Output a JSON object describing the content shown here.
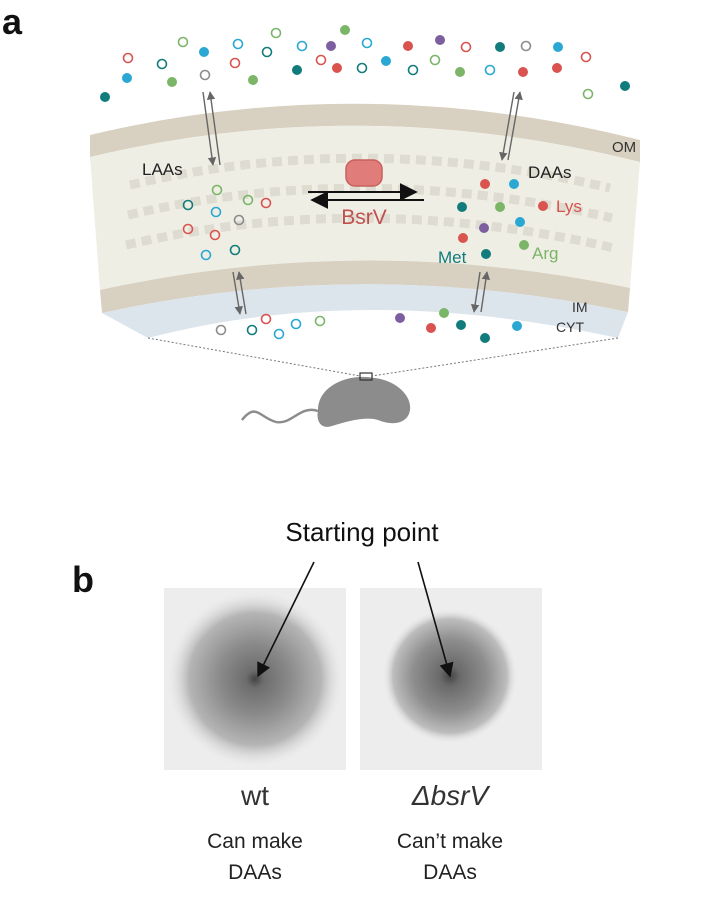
{
  "panel_a": {
    "letter": "a",
    "membranes": {
      "outer": "OM",
      "inner": "IM",
      "cytoplasm": "CYT"
    },
    "enzyme": "BsrV",
    "pools": {
      "left": "LAAs",
      "right": "DAAs"
    },
    "amino_acids": {
      "lys": "Lys",
      "arg": "Arg",
      "met": "Met"
    }
  },
  "panel_b": {
    "letter": "b",
    "annotation": "Starting point",
    "plates": [
      {
        "genotype": "wt",
        "caption": [
          "Can make",
          "DAAs"
        ]
      },
      {
        "genotype": "ΔbsrV",
        "caption": [
          "Can’t make",
          "DAAs"
        ]
      }
    ]
  },
  "colors": {
    "membrane": "#d8d0c0",
    "periplasm": "#efeee5",
    "cytoplasm": "#dce4ec",
    "enzyme": "#e07d7a",
    "red": "#d9534f",
    "teal": "#127c7c",
    "cyan": "#2aa7d2",
    "green": "#7bb567",
    "purple": "#7d5fa0",
    "grey": "#8c8c8c"
  }
}
